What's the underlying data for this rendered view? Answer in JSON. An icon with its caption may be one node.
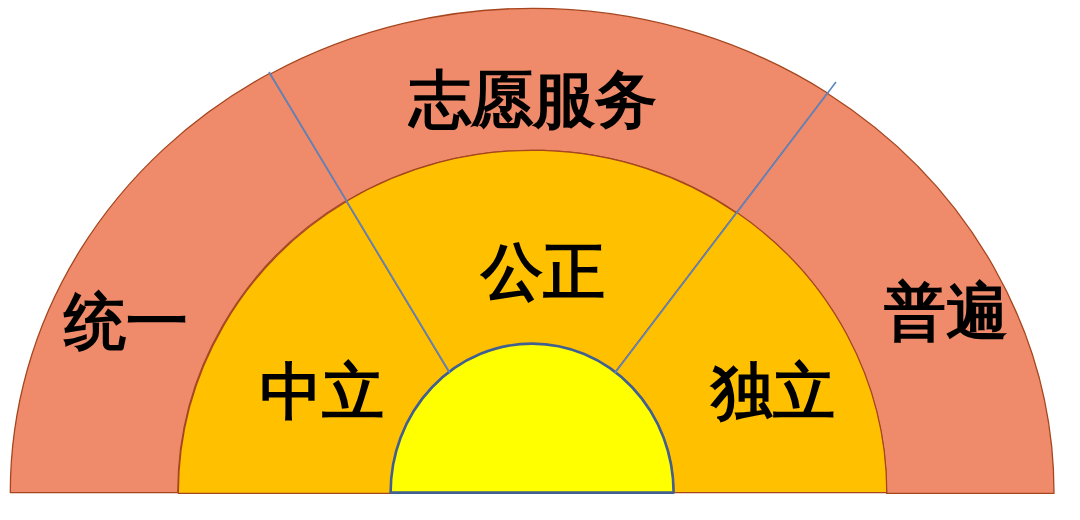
{
  "diagram": {
    "nodes": [
      {
        "text": [
          "统一"
        ]
      },
      {
        "text": [
          "志愿服务"
        ]
      },
      {
        "text": [
          "普遍"
        ]
      },
      {
        "text": [
          "中立"
        ]
      },
      {
        "text": [
          "公正"
        ]
      },
      {
        "text": [
          "独立"
        ]
      },
      {
        "text": [],
        "shape": "semicircle"
      }
    ]
  }
}
